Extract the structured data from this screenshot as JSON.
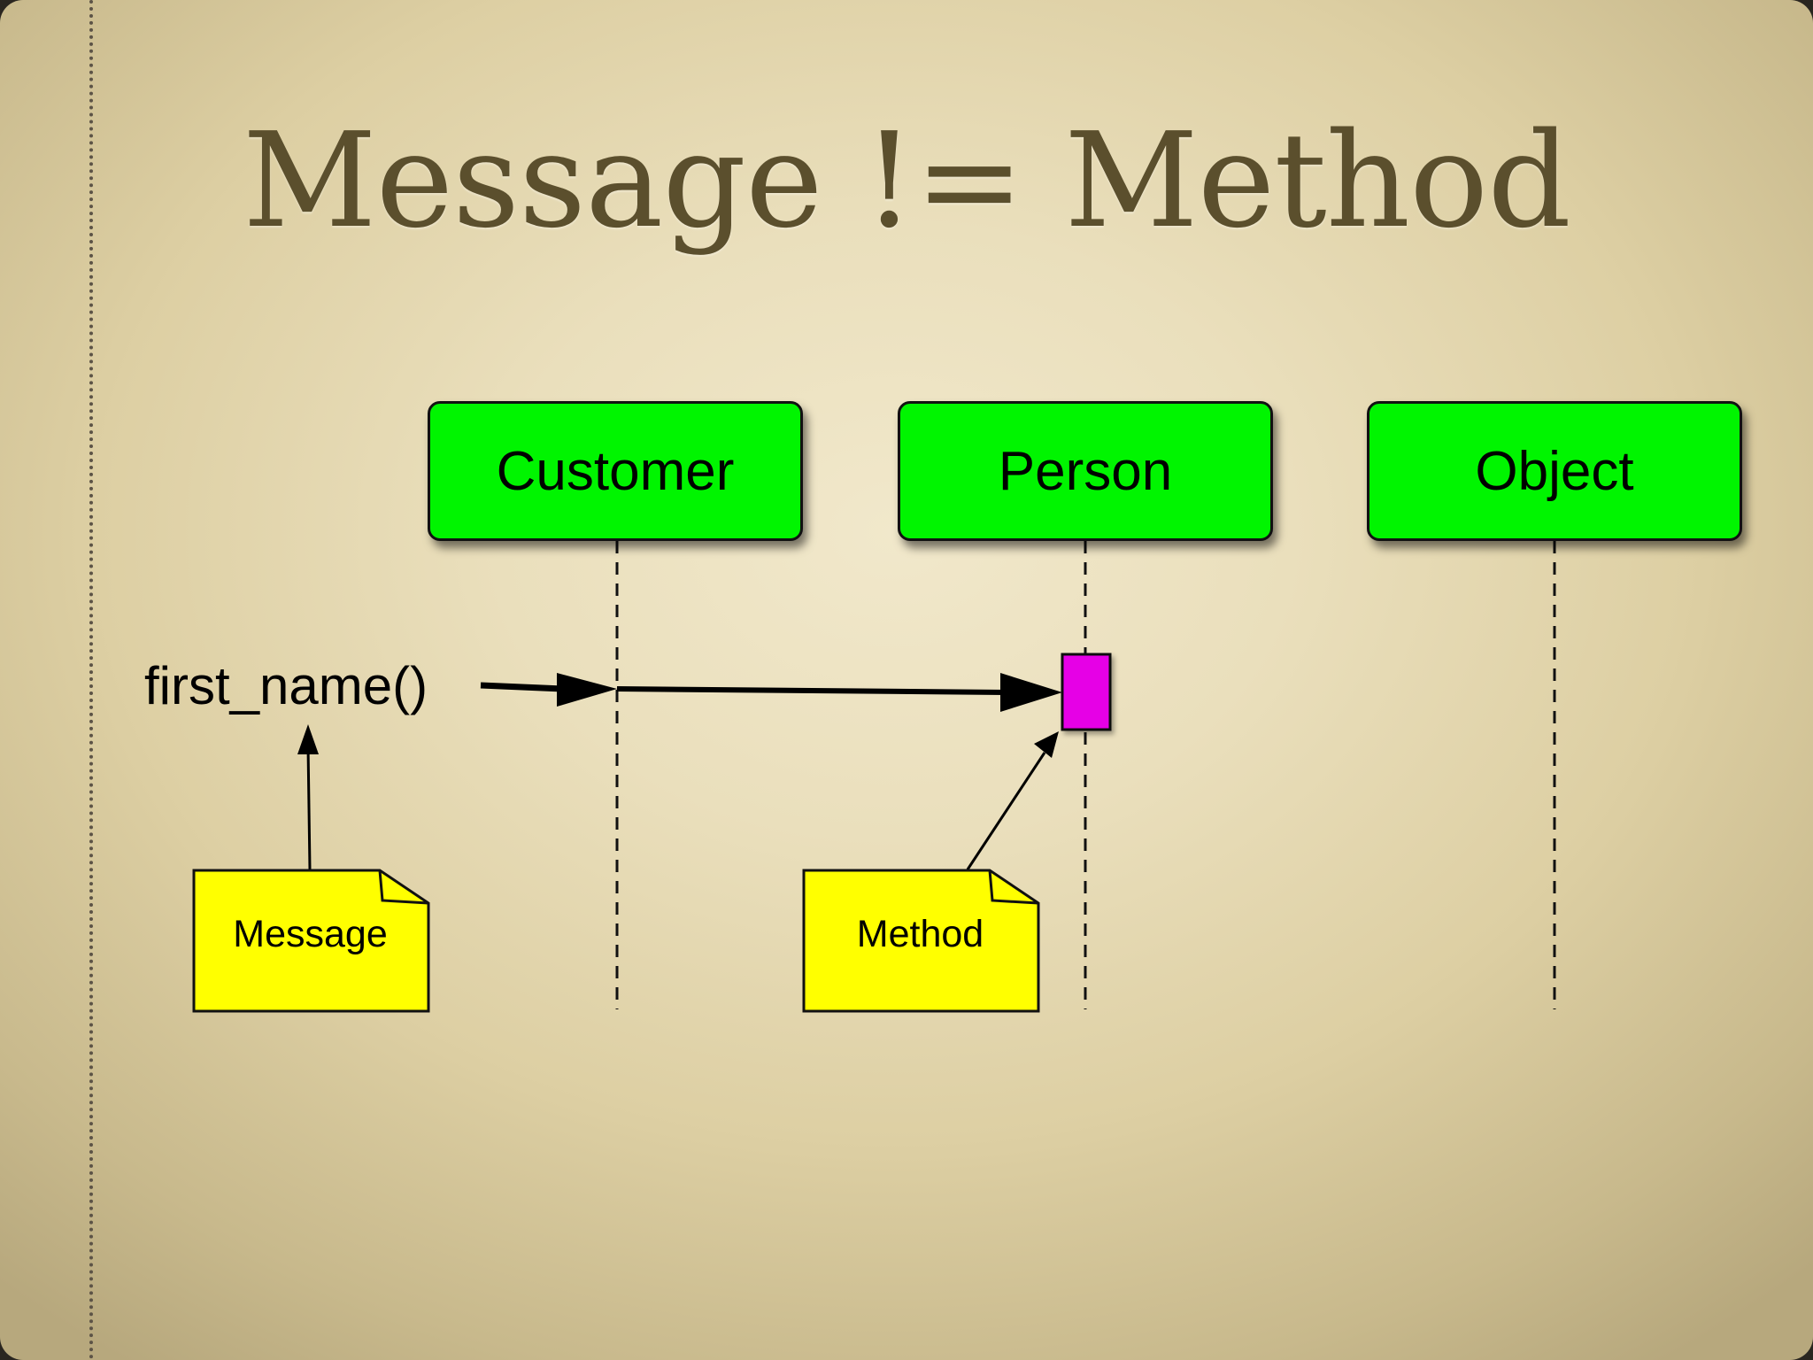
{
  "slide": {
    "title": "Message != Method"
  },
  "diagram": {
    "lifelines": [
      {
        "label": "Customer"
      },
      {
        "label": "Person"
      },
      {
        "label": "Object"
      }
    ],
    "message_call": "first_name()",
    "notes": {
      "message": "Message",
      "method": "Method"
    },
    "colors": {
      "lifeline_box": "#00f500",
      "activation": "#e600e6",
      "note": "#ffff00",
      "title": "#5b4f2d"
    }
  }
}
